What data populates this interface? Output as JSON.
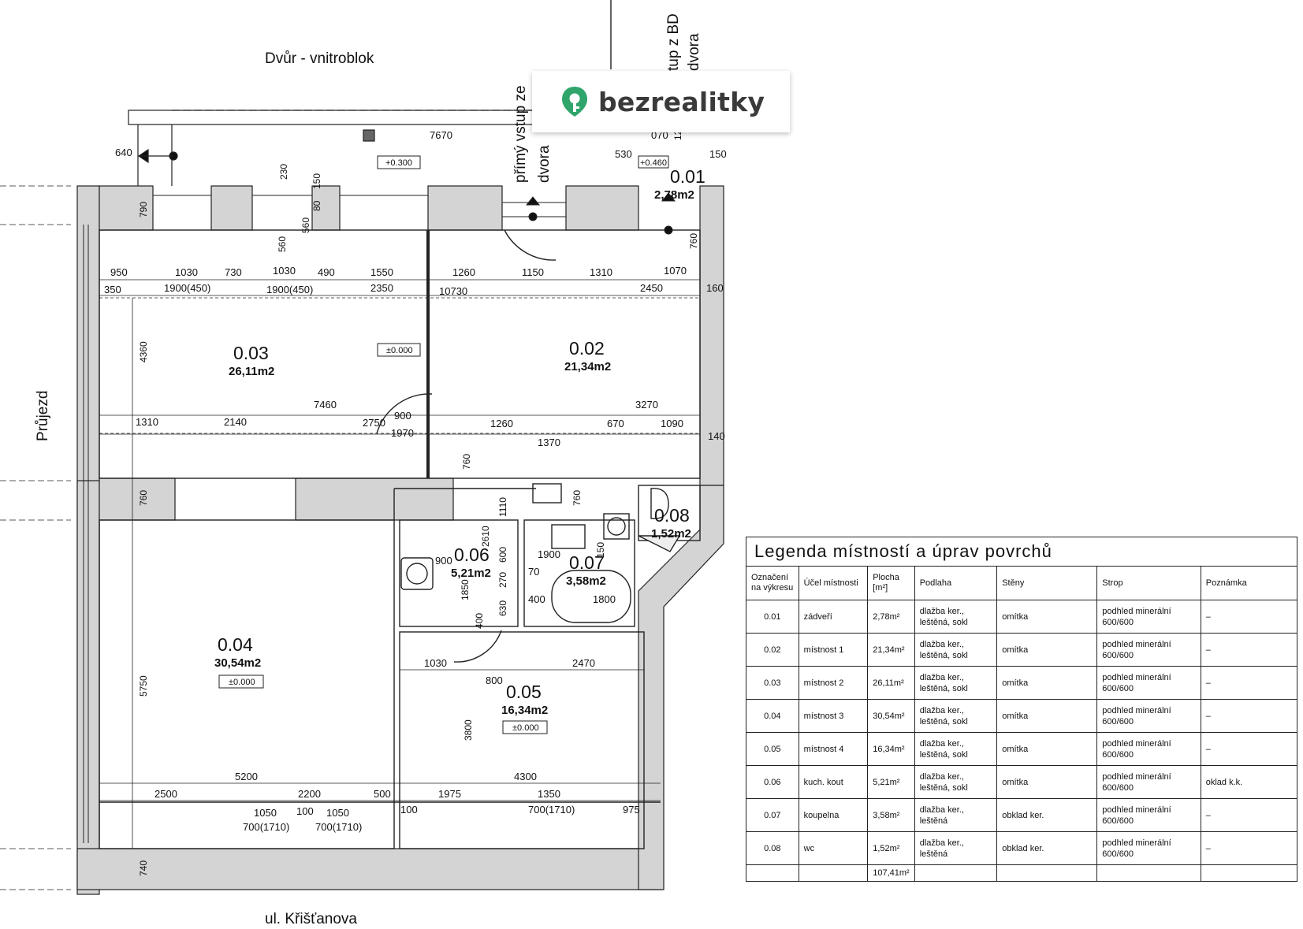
{
  "plan": {
    "labels": {
      "courtyard": "Dvůr - vnitroblok",
      "passage": "Průjezd",
      "street": "ul. Křišťanova",
      "direct_entry_line1": "přímý vstup ze",
      "direct_entry_line2": "dvora",
      "entry_bd_line1": "tup z BD",
      "entry_bd_line2": "dvora"
    },
    "rooms": [
      {
        "num": "0.01",
        "area": "2,78m2"
      },
      {
        "num": "0.02",
        "area": "21,34m2"
      },
      {
        "num": "0.03",
        "area": "26,11m2"
      },
      {
        "num": "0.04",
        "area": "30,54m2"
      },
      {
        "num": "0.05",
        "area": "16,34m2"
      },
      {
        "num": "0.06",
        "area": "5,21m2"
      },
      {
        "num": "0.07",
        "area": "3,58m2"
      },
      {
        "num": "0.08",
        "area": "1,52m2"
      }
    ],
    "levels": [
      "+0.300",
      "+0.460",
      "±0.000",
      "±0.000",
      "±0.000"
    ],
    "dims": [
      "7670",
      "640",
      "530",
      "070",
      "12",
      "150",
      "790",
      "230",
      "150",
      "80",
      "560",
      "560",
      "760",
      "950",
      "1030",
      "730",
      "1030",
      "490",
      "1550",
      "1260",
      "1150",
      "1310",
      "1070",
      "350",
      "1900(450)",
      "1900(450)",
      "2350",
      "10730",
      "2450",
      "160",
      "4360",
      "7460",
      "3270",
      "1310",
      "2140",
      "2750",
      "900",
      "1260",
      "670",
      "1090",
      "140",
      "1970",
      "1370",
      "760",
      "760",
      "1110",
      "760",
      "2610",
      "600",
      "270",
      "630",
      "400",
      "1850",
      "900",
      "1900",
      "70",
      "150",
      "1800",
      "400",
      "5750",
      "1030",
      "800",
      "2470",
      "3800",
      "5200",
      "4300",
      "2500",
      "2200",
      "500",
      "1975",
      "1350",
      "1050",
      "100",
      "1050",
      "100",
      "975",
      "700(1710)",
      "700(1710)",
      "700(1710)",
      "740"
    ]
  },
  "logo": {
    "text": "bezrealitky",
    "color": "#2fa56b"
  },
  "legend": {
    "title": "Legenda  místností  a  úprav  povrchů",
    "headers": [
      "Označení na výkresu",
      "Účel místnosti",
      "Plocha [m²]",
      "Podlaha",
      "Stěny",
      "Strop",
      "Poznámka"
    ],
    "rows": [
      {
        "id": "0.01",
        "use": "zádveří",
        "area": "2,78m²",
        "floor": "dlažba ker., leštěná, sokl",
        "walls": "omítka",
        "ceiling": "podhled minerální 600/600",
        "note": "–"
      },
      {
        "id": "0.02",
        "use": "místnost 1",
        "area": "21,34m²",
        "floor": "dlažba ker., leštěná, sokl",
        "walls": "omítka",
        "ceiling": "podhled minerální 600/600",
        "note": "–"
      },
      {
        "id": "0.03",
        "use": "místnost 2",
        "area": "26,11m²",
        "floor": "dlažba ker., leštěná, sokl",
        "walls": "omítka",
        "ceiling": "podhled minerální 600/600",
        "note": "–"
      },
      {
        "id": "0.04",
        "use": "místnost 3",
        "area": "30,54m²",
        "floor": "dlažba ker., leštěná, sokl",
        "walls": "omítka",
        "ceiling": "podhled minerální 600/600",
        "note": "–"
      },
      {
        "id": "0.05",
        "use": "místnost 4",
        "area": "16,34m²",
        "floor": "dlažba ker., leštěná, sokl",
        "walls": "omítka",
        "ceiling": "podhled minerální 600/600",
        "note": "–"
      },
      {
        "id": "0.06",
        "use": "kuch. kout",
        "area": "5,21m²",
        "floor": "dlažba ker., leštěná, sokl",
        "walls": "omítka",
        "ceiling": "podhled minerální 600/600",
        "note": "oklad k.k."
      },
      {
        "id": "0.07",
        "use": "koupelna",
        "area": "3,58m²",
        "floor": "dlažba ker., leštěná",
        "walls": "obklad ker.",
        "ceiling": "podhled minerální 600/600",
        "note": "–"
      },
      {
        "id": "0.08",
        "use": "wc",
        "area": "1,52m²",
        "floor": "dlažba ker., leštěná",
        "walls": "obklad ker.",
        "ceiling": "podhled minerální 600/600",
        "note": "–"
      }
    ],
    "total": "107,41m²"
  }
}
